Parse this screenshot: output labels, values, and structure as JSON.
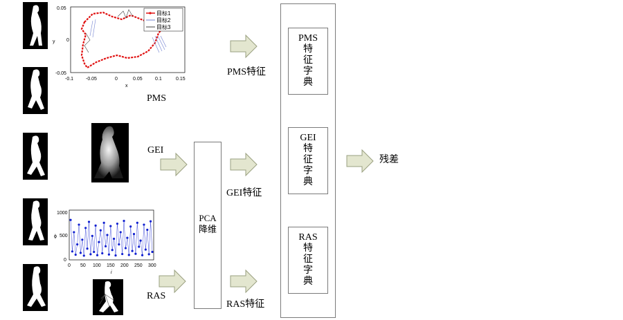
{
  "pms_plot": {
    "legend": [
      "目标1",
      "目标2",
      "目标3"
    ],
    "xlabel": "x",
    "ylabel": "y",
    "xticks": [
      "-0.1",
      "-0.05",
      "0",
      "0.05",
      "0.1",
      "0.15"
    ],
    "yticks": [
      "0.05",
      "0",
      "-0.05"
    ]
  },
  "ras_plot": {
    "xlabel": "i",
    "ylabel": "ϕ",
    "xticks": [
      "0",
      "50",
      "100",
      "150",
      "200",
      "250",
      "300"
    ],
    "yticks": [
      "1000",
      "500",
      "0"
    ],
    "values": [
      820,
      150,
      560,
      80,
      300,
      720,
      120,
      400,
      60,
      650,
      210,
      780,
      90,
      480,
      140,
      700,
      70,
      350,
      600,
      110,
      760,
      260,
      500,
      85,
      690,
      180,
      420,
      65,
      740,
      300,
      560,
      95,
      800,
      220,
      440,
      75,
      680,
      160,
      520,
      100,
      760,
      250,
      380,
      70,
      720,
      190,
      610,
      90,
      790,
      140
    ]
  },
  "labels": {
    "pms": "PMS",
    "gei": "GEI",
    "ras": "RAS",
    "pms_feature": "PMS特征",
    "gei_feature": "GEI特征",
    "ras_feature": "RAS特征",
    "pca": "PCA\n降维",
    "residual": "残差"
  },
  "dictionaries": [
    {
      "name": "PMS\n特\n征\n字\n典"
    },
    {
      "name": "GEI\n特\n征\n字\n典"
    },
    {
      "name": "RAS\n特\n征\n字\n典"
    }
  ],
  "colors": {
    "arrow_fill": "#e3e6cf",
    "arrow_stroke": "#9aa080",
    "target1": "#e01010",
    "target2": "#7080d0",
    "target3": "#404040",
    "ras_series": "#1020d0"
  }
}
